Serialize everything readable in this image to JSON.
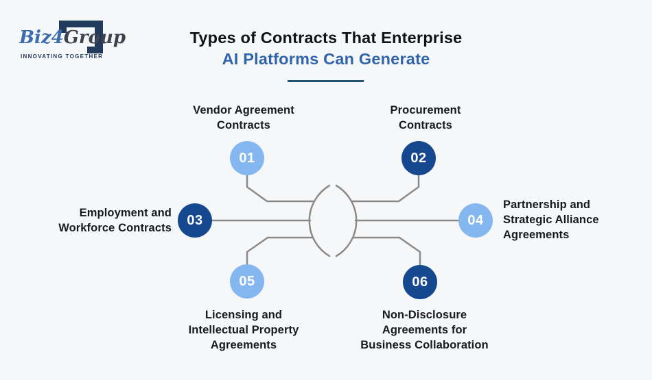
{
  "background": "#F6F7F9",
  "logo": {
    "brand_biz": "Biz",
    "brand_4": "4",
    "brand_group": "Group",
    "tagline": "INNOVATING TOGETHER",
    "colors": {
      "blue": "#3B6CB0",
      "gray": "#3E434D",
      "navy": "#223A5C"
    }
  },
  "title": {
    "line1": "Types of Contracts That Enterprise",
    "line2": "AI Platforms Can Generate",
    "line1_color": "#101217",
    "line2_color": "#2F64AD",
    "underline_color": "#1E5478"
  },
  "diagram": {
    "line_color": "#8A8A8A",
    "node_colors": {
      "light": "#84B6F0",
      "dark": "#15488F"
    },
    "label_color": "#17191C",
    "nodes": [
      {
        "number": "01",
        "variant": "light",
        "position": "top-left",
        "label": "Vendor Agreement\nContracts"
      },
      {
        "number": "02",
        "variant": "dark",
        "position": "top-right",
        "label": "Procurement\nContracts"
      },
      {
        "number": "03",
        "variant": "dark",
        "position": "middle-left",
        "label": "Employment and\nWorkforce Contracts"
      },
      {
        "number": "04",
        "variant": "light",
        "position": "middle-right",
        "label": "Partnership and\nStrategic Alliance\nAgreements"
      },
      {
        "number": "05",
        "variant": "light",
        "position": "bottom-left",
        "label": "Licensing and\nIntellectual Property\nAgreements"
      },
      {
        "number": "06",
        "variant": "dark",
        "position": "bottom-right",
        "label": "Non-Disclosure\nAgreements for\nBusiness Collaboration"
      }
    ]
  }
}
